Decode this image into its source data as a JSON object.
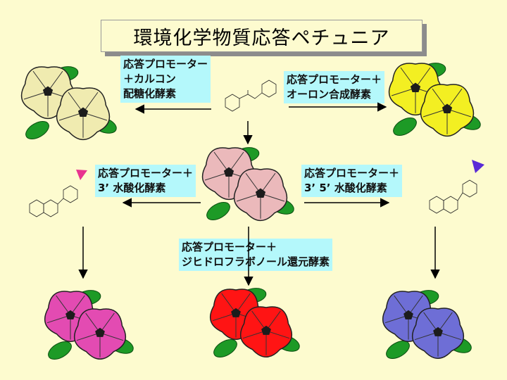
{
  "title": "環境化学物質応答ペチュニア",
  "labels": {
    "chalcone": [
      "応答プロモーター",
      "＋カルコン",
      "配糖化酵素"
    ],
    "aurone": [
      "応答プロモーター＋",
      "オーロン合成酵素"
    ],
    "h3": [
      "応答プロモーター＋",
      "3’ 水酸化酵素"
    ],
    "h35": [
      "応答プロモーター＋",
      "3’ 5’ 水酸化酵素"
    ],
    "dfr": [
      "応答プロモーター＋",
      "ジヒドロフラボノール還元酵素"
    ]
  },
  "colors": {
    "cream": "#f0ebb0",
    "yellow": "#f3ef22",
    "pink": "#ebb9bb",
    "magenta": "#e34bb2",
    "red": "#ff1414",
    "blue": "#6e6ed6",
    "leaf": "#1d9a26",
    "center": "#1c1c1c",
    "label_bg": "#b4f8fb"
  }
}
